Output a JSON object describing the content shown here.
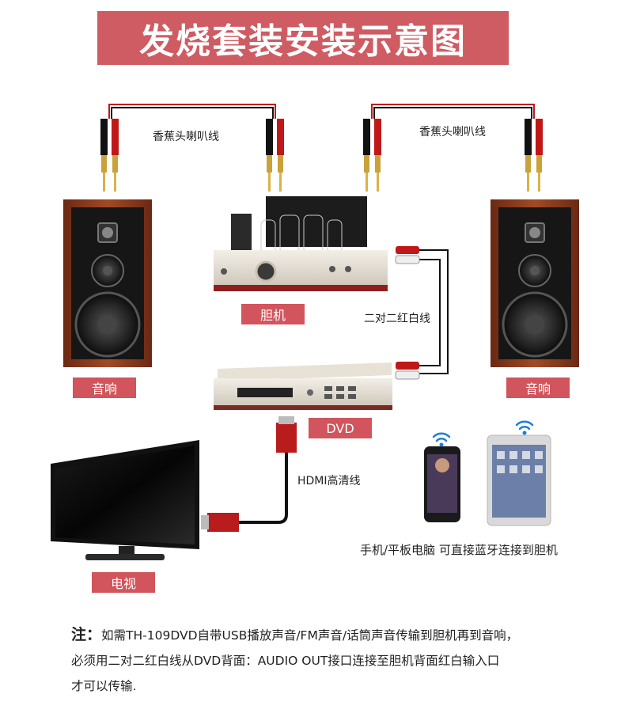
{
  "title": "发烧套装安装示意图",
  "cable_left": "香蕉头喇叭线",
  "cable_right": "香蕉头喇叭线",
  "amp_tag": "胆机",
  "rca_label": "二对二红白线",
  "speaker_left_tag": "音响",
  "speaker_right_tag": "音响",
  "dvd_tag": "DVD",
  "hdmi_label": "HDMI高清线",
  "tv_tag": "电视",
  "bluetooth_label": "手机/平板电脑 可直接蓝牙连接到胆机",
  "note": {
    "key": "注：",
    "line1": "如需TH-109DVD自带USB播放声音/FM声音/话筒声音传输到胆机再到音响，",
    "line2": "必须用二对二红白线从DVD背面：AUDIO OUT接口连接至胆机背面红白输入口",
    "line3": "才可以传输."
  },
  "colors": {
    "accent": "#d2545c",
    "wood": "#8a3a1f"
  }
}
